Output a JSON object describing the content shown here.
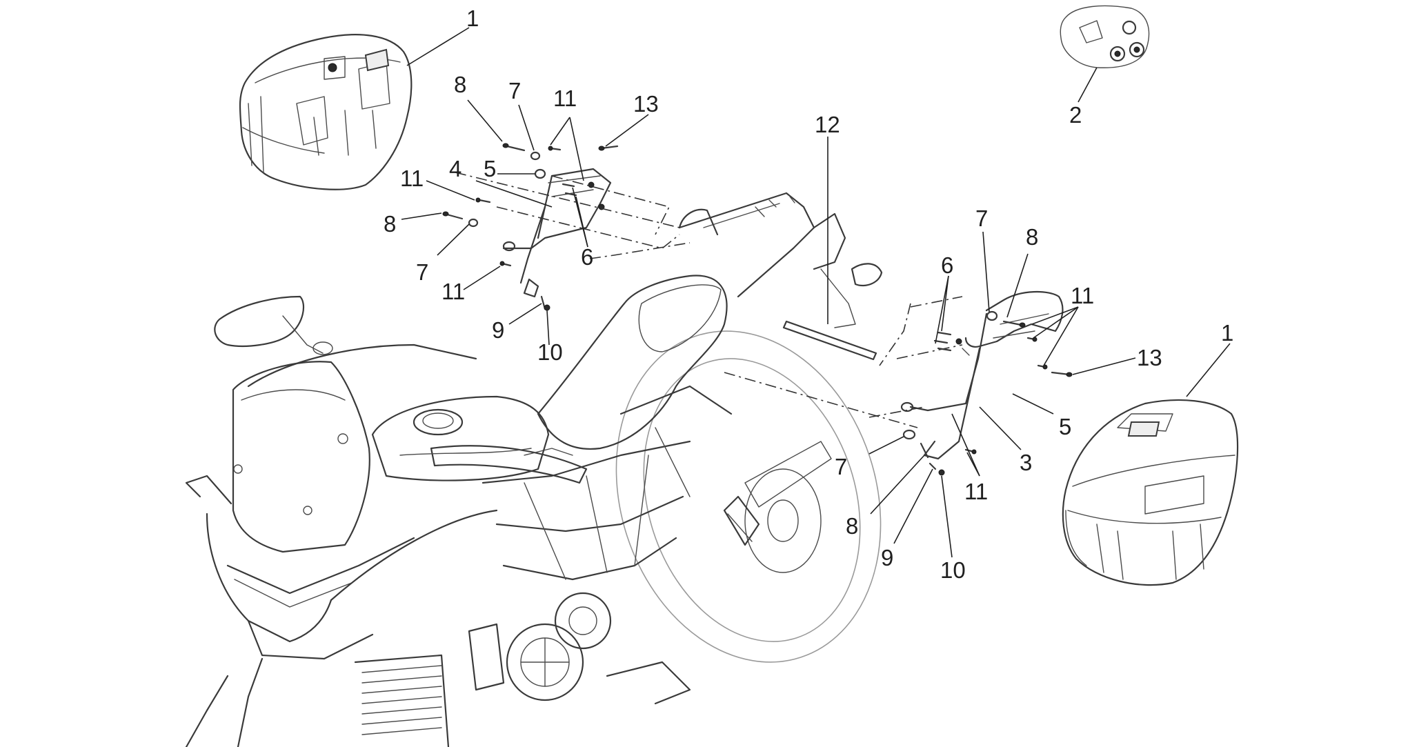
{
  "diagram": {
    "callouts": [
      {
        "id": "c1a",
        "label": "1"
      },
      {
        "id": "c1b",
        "label": "1"
      },
      {
        "id": "c2",
        "label": "2"
      },
      {
        "id": "c3",
        "label": "3"
      },
      {
        "id": "c4",
        "label": "4"
      },
      {
        "id": "c5a",
        "label": "5"
      },
      {
        "id": "c5b",
        "label": "5"
      },
      {
        "id": "c6a",
        "label": "6"
      },
      {
        "id": "c6b",
        "label": "6"
      },
      {
        "id": "c7a",
        "label": "7"
      },
      {
        "id": "c7b",
        "label": "7"
      },
      {
        "id": "c7c",
        "label": "7"
      },
      {
        "id": "c7d",
        "label": "7"
      },
      {
        "id": "c8a",
        "label": "8"
      },
      {
        "id": "c8b",
        "label": "8"
      },
      {
        "id": "c8c",
        "label": "8"
      },
      {
        "id": "c8d",
        "label": "8"
      },
      {
        "id": "c9a",
        "label": "9"
      },
      {
        "id": "c9b",
        "label": "9"
      },
      {
        "id": "c10a",
        "label": "10"
      },
      {
        "id": "c10b",
        "label": "10"
      },
      {
        "id": "c11a",
        "label": "11"
      },
      {
        "id": "c11b",
        "label": "11"
      },
      {
        "id": "c11c",
        "label": "11"
      },
      {
        "id": "c11d",
        "label": "11"
      },
      {
        "id": "c11e",
        "label": "11"
      },
      {
        "id": "c12",
        "label": "12"
      },
      {
        "id": "c13a",
        "label": "13"
      },
      {
        "id": "c13b",
        "label": "13"
      }
    ],
    "parts": [
      {
        "name": "left-side-case"
      },
      {
        "name": "right-side-case"
      },
      {
        "name": "lock-kit"
      },
      {
        "name": "left-case-bracket"
      },
      {
        "name": "right-case-bracket"
      },
      {
        "name": "support-bar"
      },
      {
        "name": "motorcycle"
      }
    ]
  }
}
